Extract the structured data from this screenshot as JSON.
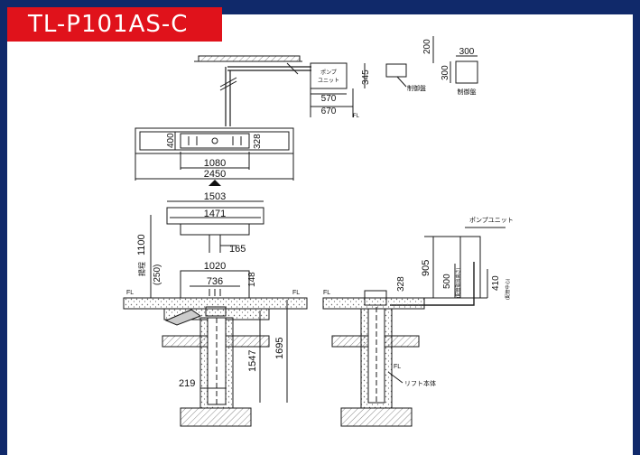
{
  "title": "TL-P101AS-C",
  "colors": {
    "frame": "#10296a",
    "title_bg": "#e0121b",
    "line": "#1a1a1a",
    "hatch": "#888888"
  },
  "plan_view": {
    "dims": {
      "d200": "200",
      "d300_w": "300",
      "d300_h": "300",
      "d345": "345",
      "d570": "570",
      "d670": "670",
      "d400": "400",
      "d328": "328",
      "d1080": "1080",
      "d2450": "2450"
    },
    "labels": {
      "pump_line1": "ポンプ",
      "pump_line2": "ユニット",
      "control_panel_a": "制御盤",
      "control_panel_b": "制御盤",
      "fl": "FL"
    },
    "arrow": "up-arrow-icon"
  },
  "front_section": {
    "dims": {
      "d1503": "1503",
      "d1471": "1471",
      "d1100": "1100",
      "d165": "165",
      "d250": "(250)",
      "d1020": "1020",
      "d148": "148",
      "d736": "736",
      "d1547": "1547",
      "d1695": "1695",
      "d219": "219"
    },
    "labels": {
      "stroke": "揚程",
      "fl_left": "FL",
      "fl_right": "FL"
    }
  },
  "side_section": {
    "dims": {
      "d905": "905",
      "d328": "328",
      "d500": "500",
      "d410": "410"
    },
    "labels": {
      "pump_unit": "ポンプユニット",
      "lift_body": "リフト本体",
      "fl_left": "FL",
      "fl_mid": "FL",
      "note_500": "(配管取出高さ)",
      "note_410": "(配管中心)"
    }
  }
}
